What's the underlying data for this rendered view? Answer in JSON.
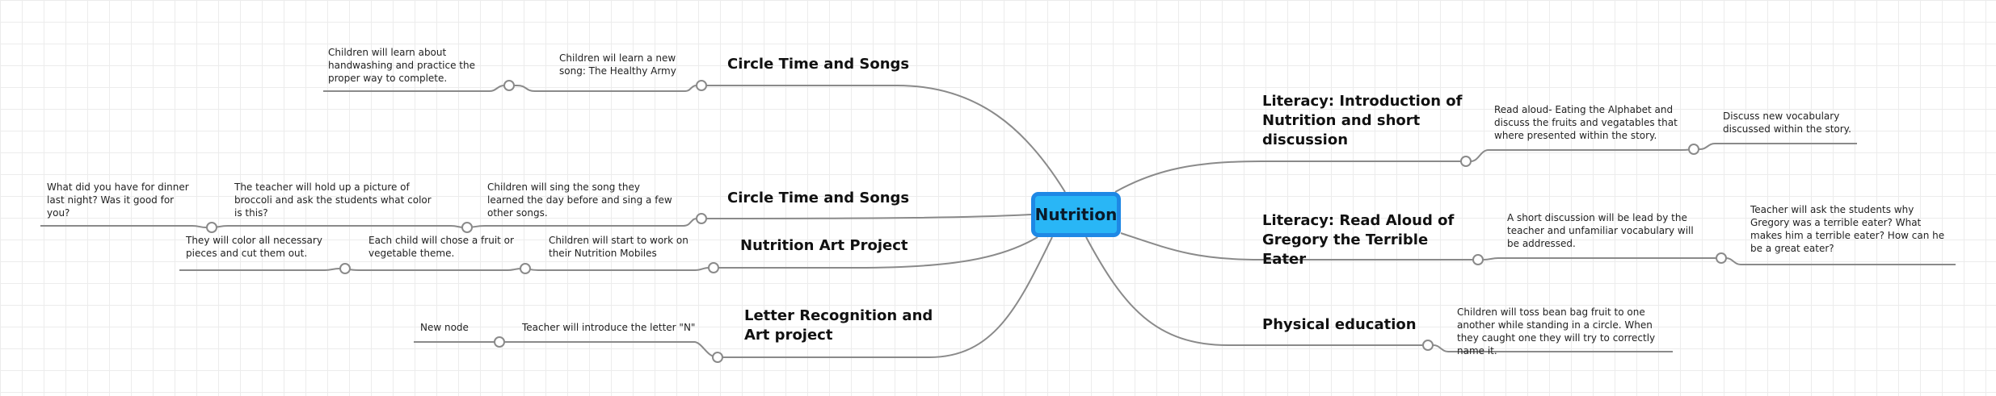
{
  "root": {
    "label": "Nutrition"
  },
  "topics": {
    "circle_time_1": "Circle Time and Songs",
    "circle_time_2": "Circle Time and Songs",
    "art_project": "Nutrition Art Project",
    "letter_recognition": "Letter Recognition and Art project",
    "literacy_intro": "Literacy: Introduction of Nutrition and short discussion",
    "literacy_gregory": "Literacy: Read Aloud of Gregory the Terrible Eater",
    "physical_education": "Physical education"
  },
  "notes": {
    "new_song": "Children wil learn a new song: The Healthy Army",
    "handwashing": "Children will learn about handwashing and practice the proper way to complete.",
    "sing_song": "Children will sing the song they learned the day before and sing a few other songs.",
    "broccoli": "The teacher will hold up a picture of broccoli and ask the students what color is this?",
    "dinner": "What did you have for dinner last night? Was it good for you?",
    "mobiles": "Children will start to work on their Nutrition Mobiles",
    "fruit_theme": "Each child will chose a fruit or vegetable theme.",
    "color_pieces": "They will color all necessary pieces and cut them out.",
    "letter_n": "Teacher will introduce the letter \"N\"",
    "new_node": "New node",
    "read_aloud_alphabet": "Read aloud- Eating the Alphabet and discuss the fruits and vegatables that where presented within the story.",
    "vocabulary": "Discuss new vocabulary discussed within the story.",
    "short_discussion": "A short discussion will be lead by the teacher and unfamiliar vocabulary will be addressed.",
    "gregory_questions": "Teacher will ask the students why Gregory was a terrible eater? What makes him a terrible eater? How can he be a great eater?",
    "bean_bag": "Children will toss bean bag fruit to one another while standing in a circle. When they caught one they will try to correctly name it."
  },
  "colors": {
    "root_fill": "#29b6f6",
    "root_border": "#1e88e5",
    "connector": "#8a8a8a",
    "grid": "#ececec"
  }
}
